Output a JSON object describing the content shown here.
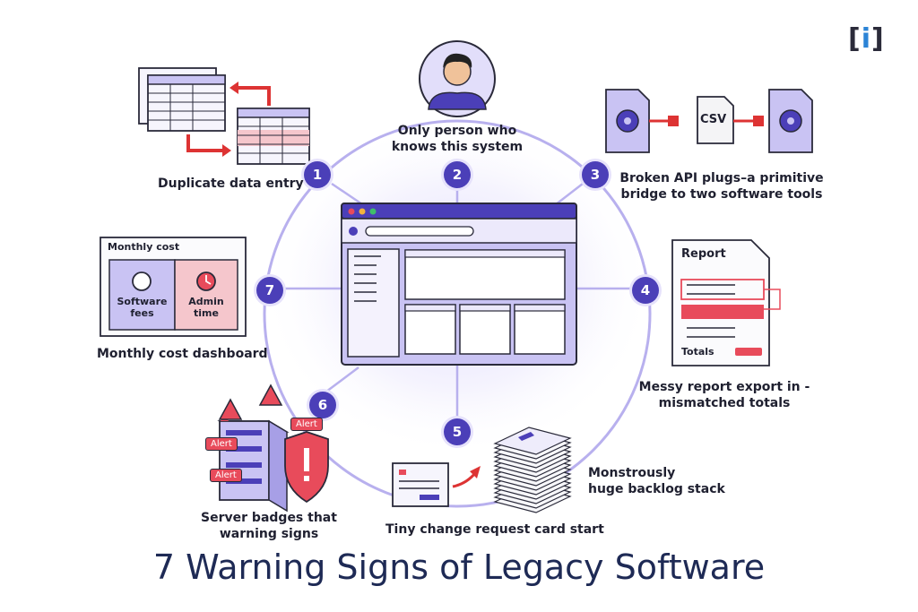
{
  "logo": {
    "left": "[",
    "mid": "i",
    "right": "]"
  },
  "title": "7 Warning Signs of Legacy Software",
  "colors": {
    "accent": "#4b3fb8",
    "alert": "#e84b5b",
    "panel": "#dcd8f7",
    "title": "#1e2a55"
  },
  "signs": [
    {
      "num": "1",
      "label": "Duplicate data entry"
    },
    {
      "num": "2",
      "label_line1": "Only person who",
      "label_line2": "knows this system"
    },
    {
      "num": "3",
      "label_line1": "Broken API plugs–a primitive",
      "label_line2": "bridge to two software tools",
      "file_label": "CSV"
    },
    {
      "num": "4",
      "label_line1": "Messy report export in -",
      "label_line2": "mismatched totals",
      "doc_title": "Report",
      "doc_totals": "Totals"
    },
    {
      "num": "5",
      "label_card": "Tiny change request card start",
      "label_stack_line1": "Monstrously",
      "label_stack_line2": "huge backlog stack"
    },
    {
      "num": "6",
      "label_line1": "Server badges that",
      "label_line2": "warning signs",
      "badge": "Alert"
    },
    {
      "num": "7",
      "label": "Monthly cost dashboard",
      "panel_title": "Monthly cost",
      "left_line1": "Software",
      "left_line2": "fees",
      "right_line1": "Admin",
      "right_line2": "time",
      "left_icon": "dollar-icon",
      "right_icon": "clock-icon"
    }
  ]
}
